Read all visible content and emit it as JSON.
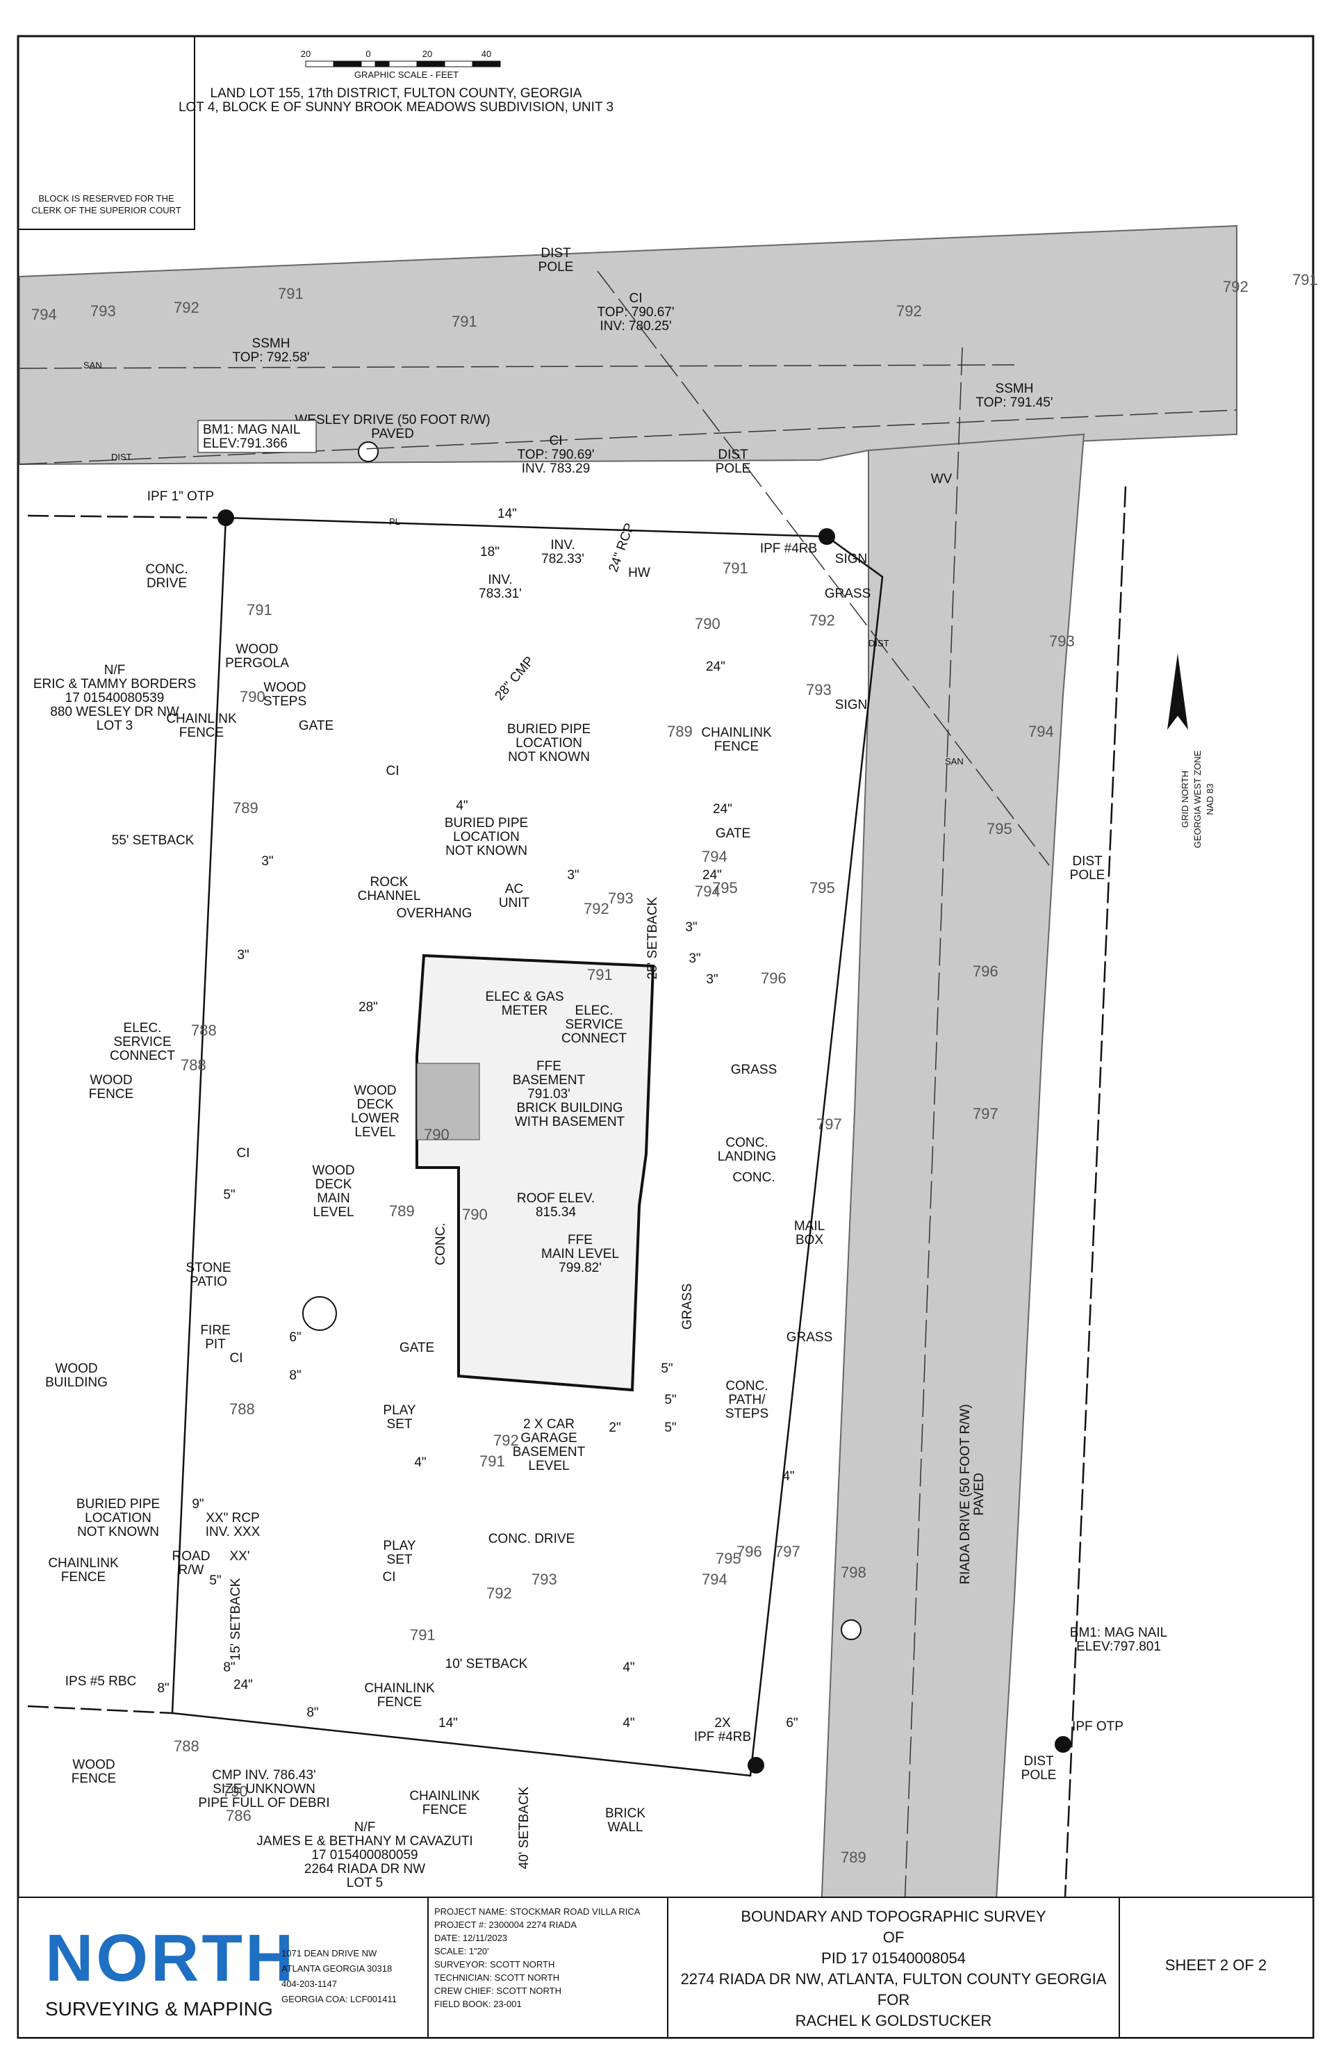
{
  "header": {
    "scale_ticks": [
      "20",
      "0",
      "20",
      "40"
    ],
    "scale_caption": "GRAPHIC SCALE - FEET",
    "legal_line1": "LAND LOT 155, 17th DISTRICT, FULTON COUNTY, GEORGIA",
    "legal_line2": "LOT 4, BLOCK E OF SUNNY BROOK MEADOWS SUBDIVISION, UNIT 3",
    "reserved_line1": "BLOCK IS RESERVED FOR THE",
    "reserved_line2": "CLERK OF THE SUPERIOR COURT"
  },
  "north_arrow": {
    "line1": "GRID NORTH",
    "line2": "GEORGIA WEST ZONE",
    "line3": "NAD 83"
  },
  "labels": [
    {
      "id": "dist-pole-top",
      "lines": [
        "DIST",
        "POLE"
      ]
    },
    {
      "id": "ci-top",
      "lines": [
        "CI",
        "TOP: 790.67'",
        "INV: 780.25'"
      ]
    },
    {
      "id": "ssmh-left",
      "lines": [
        "SSMH",
        "TOP: 792.58'"
      ]
    },
    {
      "id": "ssmh-right",
      "lines": [
        "SSMH",
        "TOP: 791.45'"
      ]
    },
    {
      "id": "wesley",
      "lines": [
        "WESLEY DRIVE (50 FOOT R/W)",
        "PAVED"
      ]
    },
    {
      "id": "ci-mid",
      "lines": [
        "CI",
        "TOP: 790.69'",
        "INV. 783.29"
      ]
    },
    {
      "id": "dist-pole-corner",
      "lines": [
        "DIST",
        "POLE"
      ]
    },
    {
      "id": "wv",
      "lines": [
        "WV"
      ]
    },
    {
      "id": "ipf-1-otp",
      "lines": [
        "IPF 1\" OTP"
      ]
    },
    {
      "id": "conc-drive-nw",
      "lines": [
        "CONC.",
        "DRIVE"
      ]
    },
    {
      "id": "t14",
      "lines": [
        "14\""
      ]
    },
    {
      "id": "t18",
      "lines": [
        "18\""
      ]
    },
    {
      "id": "inv-782",
      "lines": [
        "INV.",
        "782.33'"
      ]
    },
    {
      "id": "rcp",
      "lines": [
        "24\" RCP"
      ]
    },
    {
      "id": "hw",
      "lines": [
        "HW"
      ]
    },
    {
      "id": "ipf-4rb-ne",
      "lines": [
        "IPF #4RB"
      ]
    },
    {
      "id": "sign1",
      "lines": [
        "SIGN"
      ]
    },
    {
      "id": "grass1",
      "lines": [
        "GRASS"
      ]
    },
    {
      "id": "inv-783",
      "lines": [
        "INV.",
        "783.31'"
      ]
    },
    {
      "id": "wood-pergola",
      "lines": [
        "WOOD",
        "PERGOLA"
      ]
    },
    {
      "id": "neighbor-n",
      "lines": [
        "N/F",
        "ERIC & TAMMY BORDERS",
        "17 01540080539",
        "880 WESLEY DR NW",
        "LOT 3"
      ]
    },
    {
      "id": "wood-steps",
      "lines": [
        "WOOD",
        "STEPS"
      ]
    },
    {
      "id": "cmp28",
      "lines": [
        "28\" CMP"
      ]
    },
    {
      "id": "t24a",
      "lines": [
        "24\""
      ]
    },
    {
      "id": "sign2",
      "lines": [
        "SIGN"
      ]
    },
    {
      "id": "chainlink1",
      "lines": [
        "CHAINLINK",
        "FENCE"
      ]
    },
    {
      "id": "gate1",
      "lines": [
        "GATE"
      ]
    },
    {
      "id": "buried1",
      "lines": [
        "BURIED PIPE",
        "LOCATION",
        "NOT KNOWN"
      ]
    },
    {
      "id": "chainlink2",
      "lines": [
        "CHAINLINK",
        "FENCE"
      ]
    },
    {
      "id": "ci-yard",
      "lines": [
        "CI"
      ]
    },
    {
      "id": "t4a",
      "lines": [
        "4\""
      ]
    },
    {
      "id": "setback55",
      "lines": [
        "55' SETBACK"
      ]
    },
    {
      "id": "buried2",
      "lines": [
        "BURIED PIPE",
        "LOCATION",
        "NOT KNOWN"
      ]
    },
    {
      "id": "t24b",
      "lines": [
        "24\""
      ]
    },
    {
      "id": "gate2",
      "lines": [
        "GATE"
      ]
    },
    {
      "id": "t3a",
      "lines": [
        "3\""
      ]
    },
    {
      "id": "t3b",
      "lines": [
        "3\""
      ]
    },
    {
      "id": "dist-pole-east",
      "lines": [
        "DIST",
        "POLE"
      ]
    },
    {
      "id": "rock-channel",
      "lines": [
        "ROCK",
        "CHANNEL"
      ]
    },
    {
      "id": "ac-unit",
      "lines": [
        "AC",
        "UNIT"
      ]
    },
    {
      "id": "overhang",
      "lines": [
        "OVERHANG"
      ]
    },
    {
      "id": "t24c",
      "lines": [
        "24\""
      ]
    },
    {
      "id": "setback25",
      "lines": [
        "25' SETBACK"
      ]
    },
    {
      "id": "t3c",
      "lines": [
        "3\""
      ]
    },
    {
      "id": "t3d",
      "lines": [
        "3\""
      ]
    },
    {
      "id": "t3e",
      "lines": [
        "3\""
      ]
    },
    {
      "id": "t3f",
      "lines": [
        "3\""
      ]
    },
    {
      "id": "elec-service",
      "lines": [
        "ELEC.",
        "SERVICE",
        "CONNECT"
      ]
    },
    {
      "id": "t28",
      "lines": [
        "28\""
      ]
    },
    {
      "id": "elec-gas",
      "lines": [
        "ELEC & GAS",
        "METER"
      ]
    },
    {
      "id": "elec-service2",
      "lines": [
        "ELEC.",
        "SERVICE",
        "CONNECT"
      ]
    },
    {
      "id": "ffe-base",
      "lines": [
        "FFE",
        "BASEMENT",
        "791.03'"
      ]
    },
    {
      "id": "wood-fence1",
      "lines": [
        "WOOD",
        "FENCE"
      ]
    },
    {
      "id": "wood-deck-lower",
      "lines": [
        "WOOD",
        "DECK",
        "LOWER",
        "LEVEL"
      ]
    },
    {
      "id": "brick-bldg",
      "lines": [
        "BRICK BUILDING",
        "WITH BASEMENT"
      ]
    },
    {
      "id": "grass2",
      "lines": [
        "GRASS"
      ]
    },
    {
      "id": "conc-landing",
      "lines": [
        "CONC.",
        "LANDING"
      ]
    },
    {
      "id": "ci-w1",
      "lines": [
        "CI"
      ]
    },
    {
      "id": "wood-deck-main",
      "lines": [
        "WOOD",
        "DECK",
        "MAIN",
        "LEVEL"
      ]
    },
    {
      "id": "conc-walk",
      "lines": [
        "CONC."
      ]
    },
    {
      "id": "t5a",
      "lines": [
        "5\""
      ]
    },
    {
      "id": "roof-elev",
      "lines": [
        "ROOF ELEV.",
        "815.34"
      ]
    },
    {
      "id": "ffe-main",
      "lines": [
        "FFE",
        "MAIN LEVEL",
        "799.82'"
      ]
    },
    {
      "id": "conc-east",
      "lines": [
        "CONC."
      ]
    },
    {
      "id": "mailbox",
      "lines": [
        "MAIL",
        "BOX"
      ]
    },
    {
      "id": "stone-patio",
      "lines": [
        "STONE",
        "PATIO"
      ]
    },
    {
      "id": "grass3",
      "lines": [
        "GRASS"
      ]
    },
    {
      "id": "grass4",
      "lines": [
        "GRASS"
      ]
    },
    {
      "id": "fire-pit",
      "lines": [
        "FIRE",
        "PIT"
      ]
    },
    {
      "id": "t6",
      "lines": [
        "6\""
      ]
    },
    {
      "id": "ci-w2",
      "lines": [
        "CI"
      ]
    },
    {
      "id": "gate3",
      "lines": [
        "GATE"
      ]
    },
    {
      "id": "t8a",
      "lines": [
        "8\""
      ]
    },
    {
      "id": "wood-building",
      "lines": [
        "WOOD",
        "BUILDING"
      ]
    },
    {
      "id": "t5b",
      "lines": [
        "5\""
      ]
    },
    {
      "id": "t5c",
      "lines": [
        "5\""
      ]
    },
    {
      "id": "conc-path",
      "lines": [
        "CONC.",
        "PATH/",
        "STEPS"
      ]
    },
    {
      "id": "garage",
      "lines": [
        "2 X CAR",
        "GARAGE",
        "BASEMENT",
        "LEVEL"
      ]
    },
    {
      "id": "play-set1",
      "lines": [
        "PLAY",
        "SET"
      ]
    },
    {
      "id": "t2",
      "lines": [
        "2\""
      ]
    },
    {
      "id": "t5d",
      "lines": [
        "5\""
      ]
    },
    {
      "id": "t4b",
      "lines": [
        "4\""
      ]
    },
    {
      "id": "t4c",
      "lines": [
        "4\""
      ]
    },
    {
      "id": "riada",
      "lines": [
        "RIADA DRIVE (50 FOOT R/W)",
        "PAVED"
      ]
    },
    {
      "id": "buried3",
      "lines": [
        "BURIED PIPE",
        "LOCATION",
        "NOT KNOWN"
      ]
    },
    {
      "id": "t9",
      "lines": [
        "9\""
      ]
    },
    {
      "id": "xx-rcp",
      "lines": [
        "XX\" RCP",
        "INV. XXX"
      ]
    },
    {
      "id": "play-set2",
      "lines": [
        "PLAY",
        "SET"
      ]
    },
    {
      "id": "conc-drive",
      "lines": [
        "CONC. DRIVE"
      ]
    },
    {
      "id": "chainlink3",
      "lines": [
        "CHAINLINK",
        "FENCE"
      ]
    },
    {
      "id": "road-rw",
      "lines": [
        "ROAD",
        "R/W"
      ]
    },
    {
      "id": "xx",
      "lines": [
        "XX'"
      ]
    },
    {
      "id": "t5e",
      "lines": [
        "5\""
      ]
    },
    {
      "id": "setback15",
      "lines": [
        "15' SETBACK"
      ]
    },
    {
      "id": "ci-sw",
      "lines": [
        "CI"
      ]
    },
    {
      "id": "setback10",
      "lines": [
        "10' SETBACK"
      ]
    },
    {
      "id": "bm1-se",
      "lines": [
        "BM1:  MAG NAIL",
        "ELEV:797.801"
      ]
    },
    {
      "id": "ips5",
      "lines": [
        "IPS #5 RBC"
      ]
    },
    {
      "id": "t8b",
      "lines": [
        "8\""
      ]
    },
    {
      "id": "t8c",
      "lines": [
        "8\""
      ]
    },
    {
      "id": "t24d",
      "lines": [
        "24\""
      ]
    },
    {
      "id": "chainlink4",
      "lines": [
        "CHAINLINK",
        "FENCE"
      ]
    },
    {
      "id": "t4d",
      "lines": [
        "4\""
      ]
    },
    {
      "id": "t8d",
      "lines": [
        "8\""
      ]
    },
    {
      "id": "t14b",
      "lines": [
        "14\""
      ]
    },
    {
      "id": "t4e",
      "lines": [
        "4\""
      ]
    },
    {
      "id": "t6b",
      "lines": [
        "6\""
      ]
    },
    {
      "id": "ipf-4rb-se",
      "lines": [
        "2X",
        "IPF #4RB"
      ]
    },
    {
      "id": "ipf-otp-se",
      "lines": [
        "IPF OTP"
      ]
    },
    {
      "id": "dist-pole-se",
      "lines": [
        "DIST",
        "POLE"
      ]
    },
    {
      "id": "wood-fence2",
      "lines": [
        "WOOD",
        "FENCE"
      ]
    },
    {
      "id": "cmp-inv",
      "lines": [
        "CMP INV. 786.43'",
        "SIZE UNKNOWN",
        "PIPE FULL OF DEBRI"
      ]
    },
    {
      "id": "chainlink5",
      "lines": [
        "CHAINLINK",
        "FENCE"
      ]
    },
    {
      "id": "neighbor-s",
      "lines": [
        "N/F",
        "JAMES E & BETHANY M CAVAZUTI",
        "17 015400080059",
        "2264 RIADA DR NW",
        "LOT 5"
      ]
    },
    {
      "id": "setback40",
      "lines": [
        "40' SETBACK"
      ]
    },
    {
      "id": "brick-wall",
      "lines": [
        "BRICK",
        "WALL"
      ]
    }
  ],
  "bm1_nw": {
    "lines": [
      "BM1:  MAG NAIL",
      "ELEV:791.366"
    ]
  },
  "contours": [
    "794",
    "793",
    "792",
    "791",
    "791",
    "792",
    "791",
    "792",
    "793",
    "794",
    "795",
    "796",
    "797",
    "791",
    "790",
    "789",
    "788",
    "790",
    "791",
    "792",
    "793",
    "794",
    "795",
    "789",
    "790",
    "791",
    "792",
    "793",
    "794",
    "795",
    "796",
    "797",
    "788",
    "788",
    "789",
    "790",
    "791",
    "792",
    "791",
    "792",
    "793",
    "794",
    "795",
    "796",
    "797",
    "798",
    "789",
    "790",
    "786",
    "788"
  ],
  "line_tags": {
    "dist": "DIST",
    "san": "SAN",
    "pl": "PL"
  },
  "title_block": {
    "company_name": "NORTH",
    "company_sub": "SURVEYING & MAPPING",
    "address": [
      "1071 DEAN DRIVE NW",
      "ATLANTA GEORGIA 30318",
      "404-203-1147",
      "GEORGIA COA: LCF001411"
    ],
    "project": [
      "PROJECT NAME: STOCKMAR ROAD VILLA RICA",
      "PROJECT #: 2300004 2274 RIADA",
      "DATE: 12/11/2023",
      "SCALE: 1\"20'",
      "SURVEYOR: SCOTT NORTH",
      "TECHNICIAN: SCOTT NORTH",
      "CREW CHIEF: SCOTT NORTH",
      "FIELD BOOK: 23-001"
    ],
    "title": [
      "BOUNDARY AND TOPOGRAPHIC  SURVEY",
      "OF",
      "PID 17 01540008054",
      "2274 RIADA DR NW, ATLANTA, FULTON COUNTY GEORGIA",
      "FOR",
      "RACHEL K GOLDSTUCKER"
    ],
    "sheet": "SHEET 2 OF 2"
  },
  "colors": {
    "road": "#c9c9c9",
    "ink": "#111111",
    "logo_blue": "#1f6fc2"
  }
}
